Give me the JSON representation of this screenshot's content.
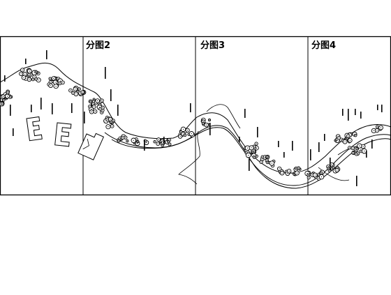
{
  "panels": [
    {
      "label": "分图2"
    },
    {
      "label": "分图3"
    },
    {
      "label": "分图4"
    }
  ],
  "colors": {
    "line": "#000000",
    "background": "#ffffff"
  }
}
